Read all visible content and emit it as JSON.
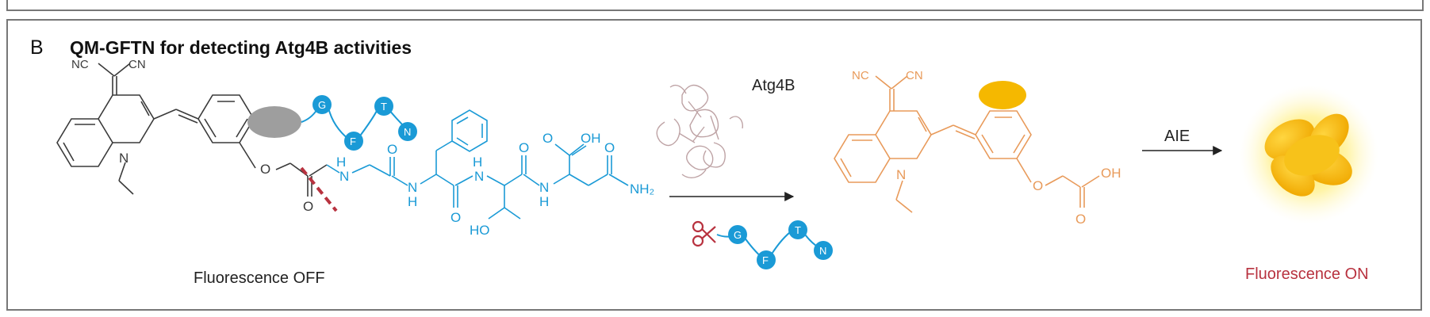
{
  "panel": {
    "letter": "B",
    "title": "QM-GFTN for detecting Atg4B activities"
  },
  "substrate": {
    "caption": "Fluorescence OFF",
    "dicyano_left": "NC",
    "dicyano_right": "CN",
    "ring_n": "N",
    "ether_o": "O",
    "carbonyl_o": "O",
    "peptide_labels": {
      "nh1_h": "H",
      "nh1_n": "N",
      "co2_o": "O",
      "nh2_n": "N",
      "nh2_h": "H",
      "co3_o": "O",
      "nh3_h": "H",
      "nh3_n": "N",
      "co4_o": "O",
      "nh4_n": "N",
      "nh4_h": "H",
      "oh_top": "OH",
      "oh_top_o": "O",
      "ho_side": "HO",
      "amide_o": "O",
      "amide_nh2": "NH₂"
    },
    "cartoon_beads": [
      "G",
      "F",
      "T",
      "N"
    ]
  },
  "enzyme": {
    "label": "Atg4B"
  },
  "released_peptide": {
    "beads": [
      "G",
      "F",
      "T",
      "N"
    ]
  },
  "product": {
    "dicyano_left": "NC",
    "dicyano_right": "CN",
    "ring_n": "N",
    "ether_o": "O",
    "acid_oh": "OH",
    "acid_o": "O"
  },
  "aie": {
    "arrow_label": "AIE",
    "caption": "Fluorescence ON"
  },
  "colors": {
    "black": "#3a3a3a",
    "blue": "#1a9ad6",
    "orange": "#e89a5a",
    "red": "#b8323f",
    "yellow": "#f5b800",
    "grey_ellipse": "#9e9e9e",
    "protein": "#b89a9c"
  }
}
